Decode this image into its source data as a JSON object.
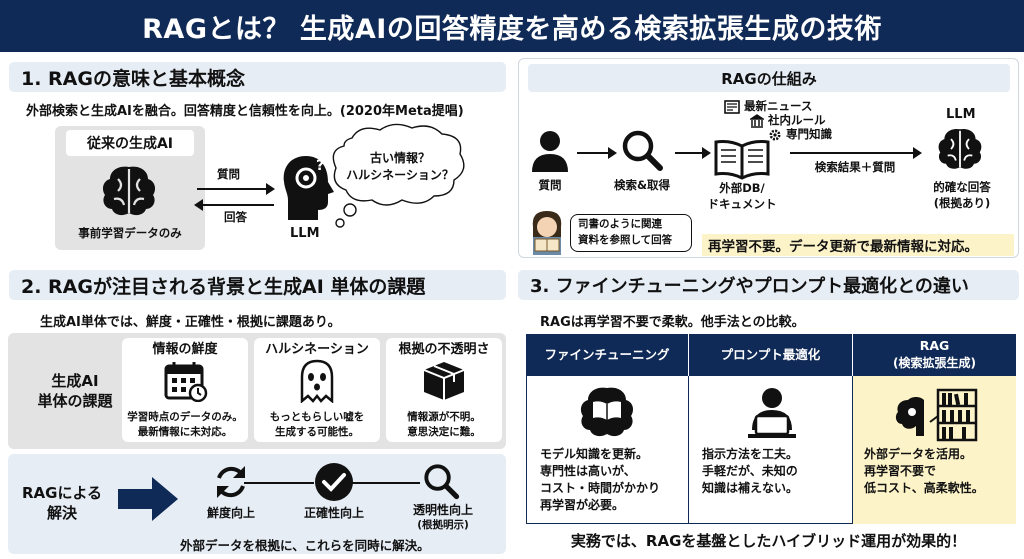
{
  "title": "RAGとは？ 生成AIの回答精度を高める検索拡張生成の技術",
  "s1": {
    "heading": "1. RAGの意味と基本概念",
    "subtitle": "外部検索と生成AIを融合。回答精度と信頼性を向上。(2020年Meta提唱)",
    "legacy_label": "従来の生成AI",
    "legacy_caption": "事前学習データのみ",
    "arrow_question": "質問",
    "arrow_answer": "回答",
    "llm_label": "LLM",
    "thought": [
      "古い情報？",
      "ハルシネーション？"
    ]
  },
  "mech": {
    "heading": "RAGの仕組み",
    "question": "質問",
    "search": "検索&取得",
    "db": [
      "外部DB/",
      "ドキュメント"
    ],
    "sources": [
      "最新ニュース",
      "社内ルール",
      "専門知識"
    ],
    "flow_label": "検索結果＋質問",
    "llm": "LLM",
    "answer": [
      "的確な回答",
      "(根拠あり)"
    ],
    "librarian": [
      "司書のように関連",
      "資料を参照して回答"
    ],
    "footer": "再学習不要。データ更新で最新情報に対応。"
  },
  "s2": {
    "heading": "2. RAGが注目される背景と生成AI 単体の課題",
    "subtitle": "生成AI単体では、鮮度・正確性・根拠に課題あり。",
    "issue_label": [
      "生成AI",
      "単体の課題"
    ],
    "issues": [
      {
        "title": "情報の鮮度",
        "desc": [
          "学習時点のデータのみ。",
          "最新情報に未対応。"
        ]
      },
      {
        "title": "ハルシネーション",
        "desc": [
          "もっともらしい嘘を",
          "生成する可能性。"
        ]
      },
      {
        "title": "根拠の不透明さ",
        "desc": [
          "情報源が不明。",
          "意思決定に難。"
        ]
      }
    ],
    "solution_label": [
      "RAGによる",
      "解決"
    ],
    "benefits": [
      {
        "label": [
          "鮮度向上"
        ]
      },
      {
        "label": [
          "正確性向上"
        ]
      },
      {
        "label": [
          "透明性向上",
          "(根拠明示)"
        ]
      }
    ],
    "footer": "外部データを根拠に、これらを同時に解決。"
  },
  "s3": {
    "heading": "3. ファインチューニングやプロンプト最適化との違い",
    "subtitle": "RAGは再学習不要で柔軟。他手法との比較。",
    "columns": [
      {
        "header": [
          "ファインチューニング"
        ],
        "desc": [
          "モデル知識を更新。",
          "専門性は高いが、",
          "コスト・時間がかかり",
          "再学習が必要。"
        ]
      },
      {
        "header": [
          "プロンプト最適化"
        ],
        "desc": [
          "指示方法を工夫。",
          "手軽だが、未知の",
          "知識は補えない。"
        ]
      },
      {
        "header": [
          "RAG",
          "(検索拡張生成)"
        ],
        "desc": [
          "外部データを活用。",
          "再学習不要で",
          "低コスト、高柔軟性。"
        ]
      }
    ],
    "footer": "実務では、RAGを基盤としたハイブリッド運用が効果的！"
  },
  "colors": {
    "navy": "#0f2a56",
    "section_bg": "#e6edf5",
    "highlight": "#fdf3c8",
    "gray": "#e3e3e3"
  }
}
